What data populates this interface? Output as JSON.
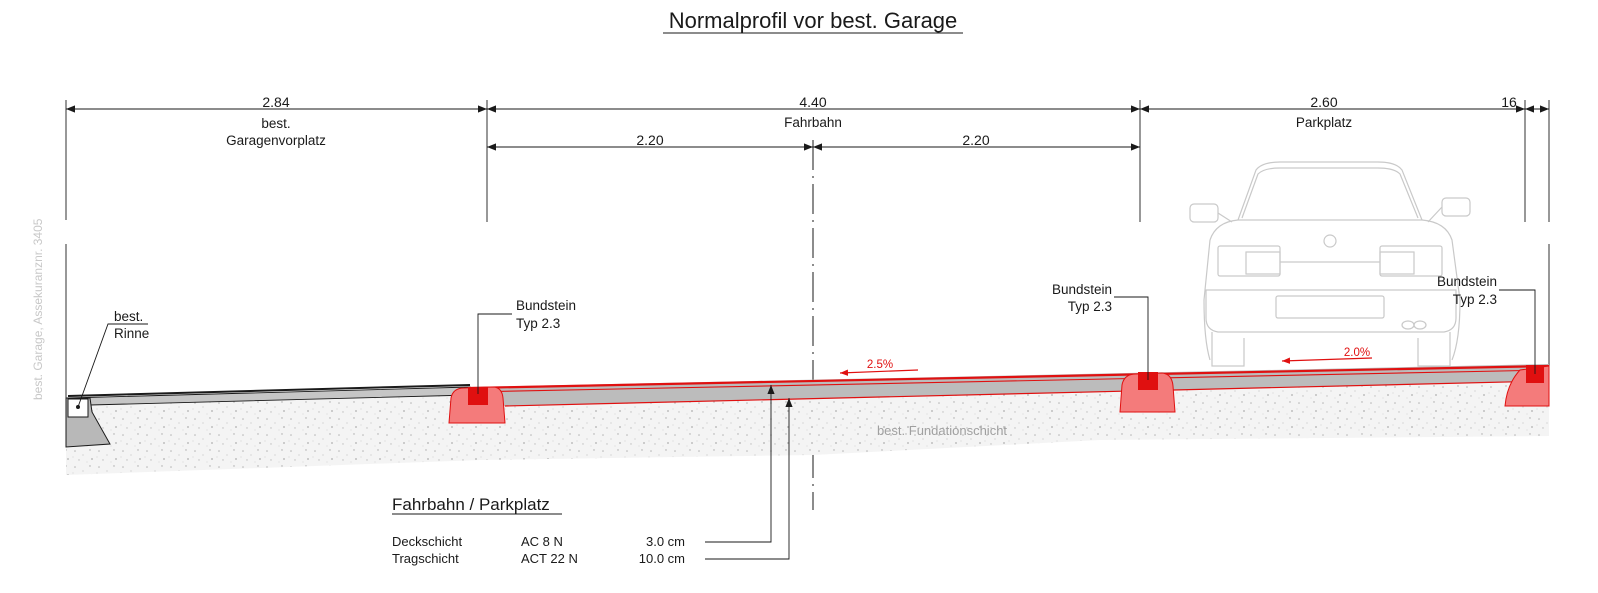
{
  "title": "Normalprofil vor best. Garage",
  "side_note": "best. Garage, Assekuranznr. 3405",
  "dimensions": {
    "top": [
      {
        "value": "2.84",
        "label_1": "best.",
        "label_2": "Garagenvorplatz"
      },
      {
        "value": "4.40",
        "label_1": "Fahrbahn"
      },
      {
        "value": "2.60",
        "label_1": "Parkplatz"
      },
      {
        "value": "16"
      }
    ],
    "sub": [
      {
        "value": "2.20"
      },
      {
        "value": "2.20"
      }
    ]
  },
  "labels": {
    "rinne_1": "best.",
    "rinne_2": "Rinne",
    "bund1_1": "Bundstein",
    "bund1_2": "Typ 2.3",
    "bund2_1": "Bundstein",
    "bund2_2": "Typ 2.3",
    "bund3_1": "Bundstein",
    "bund3_2": "Typ 2.3",
    "slope_left": "2.5%",
    "slope_right": "2.0%",
    "foundation": "best. Fundationschicht"
  },
  "layers": {
    "heading": "Fahrbahn / Parkplatz",
    "rows": [
      {
        "name": "Deckschicht",
        "material": "AC 8 N",
        "thickness": "3.0 cm"
      },
      {
        "name": "Tragschicht",
        "material": "ACT 22 N",
        "thickness": "10.0 cm"
      }
    ]
  },
  "colors": {
    "red": "#e01010",
    "pink": "#f47b7b",
    "asphalt": "#bdbdbd",
    "gravel": "#f3f3f3"
  }
}
